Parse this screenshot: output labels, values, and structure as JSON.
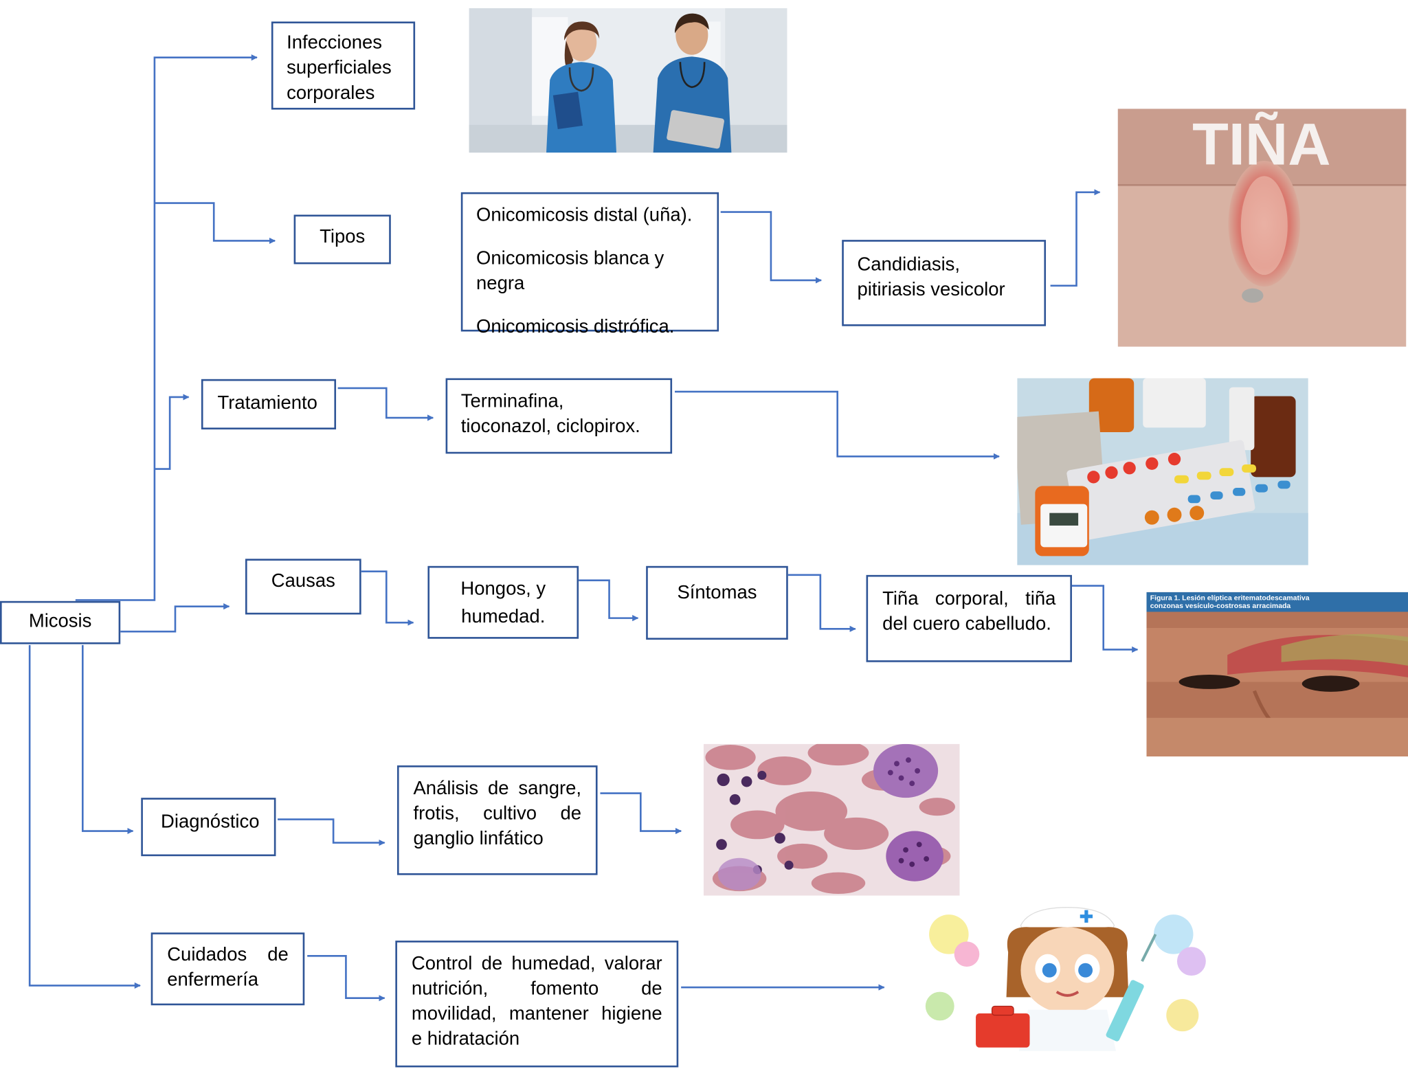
{
  "nodes": {
    "micosis": "Micosis",
    "infecciones": [
      "Infecciones",
      "superficiales",
      "corporales"
    ],
    "tipos": "Tipos",
    "onicomicosis": [
      "Onicomicosis distal (uña).",
      "Onicomicosis blanca y negra",
      "Onicomicosis distrófica."
    ],
    "candidiasis": "Candidiasis,  pitiriasis vesicolor",
    "tratamiento": "Tratamiento",
    "medicamentos": "Terminafina, tioconazol, ciclopirox.",
    "causas": "Causas",
    "hongos": [
      "Hongos, y",
      "humedad."
    ],
    "sintomas": "Síntomas",
    "tina_desc": "Tiña corporal, tiña del cuero cabelludo.",
    "diagnostico": "Diagnóstico",
    "analisis": "Análisis de sangre, frotis, cultivo de ganglio linfático",
    "cuidados": "Cuidados de enfermería",
    "control": "Control de humedad, valorar nutrición, fomento de movilidad, mantener higiene e hidratación"
  },
  "images": {
    "tina_banner": "TIÑA",
    "figure_caption": "Figura 1.  Lesión elíptica eritematodescamativa conzonas vesículo-costrosas arracimada"
  },
  "colors": {
    "box_border": "#2f5597",
    "connector": "#4472c4"
  }
}
